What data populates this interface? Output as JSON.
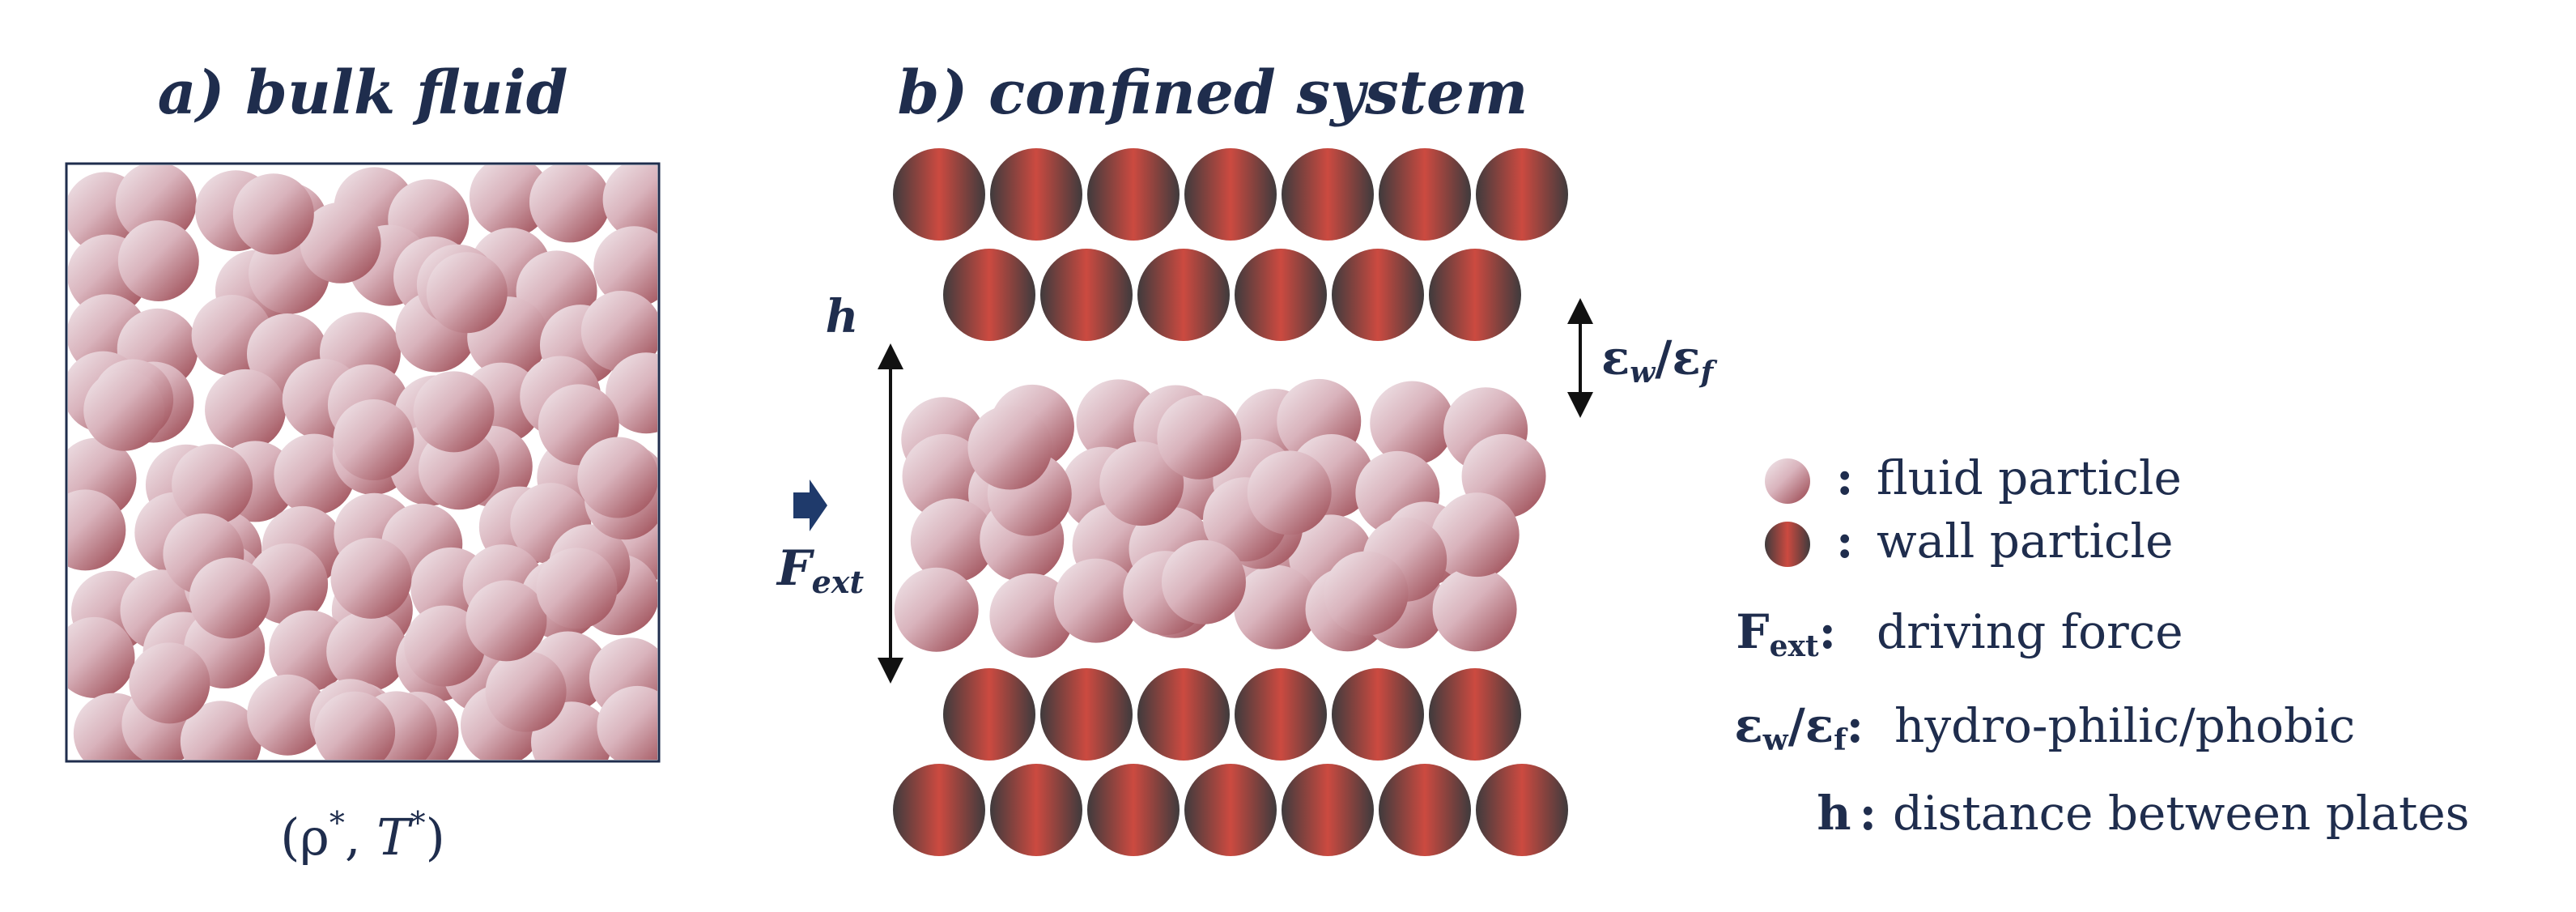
{
  "panel_a": {
    "title": "a) bulk fluid",
    "state": {
      "open": "(ρ",
      "sup1": "*",
      "mid": ", ",
      "T": "T",
      "sup2": "*",
      "close": ")"
    }
  },
  "panel_b": {
    "title": "b) confined system",
    "h_label": "h",
    "fext": {
      "F": "F",
      "sub": "ext"
    },
    "eps": {
      "e1": "ε",
      "sub1": "w",
      "slash": "/",
      "e2": "ε",
      "sub2": "f"
    }
  },
  "legend": {
    "fluid": {
      "symbol": ":",
      "text": "fluid particle"
    },
    "wall": {
      "symbol": ":",
      "text": "wall particle"
    },
    "fext": {
      "key": "F",
      "key_sub": "ext",
      "symbol": ":",
      "text": "driving force"
    },
    "eps": {
      "key1": "ε",
      "sub1": "w",
      "slash": "/",
      "key2": "ε",
      "sub2": "f",
      "symbol": ":",
      "text": "hydro-philic/phobic"
    },
    "h": {
      "key": "h",
      "symbol": ":",
      "text": "distance between plates"
    }
  },
  "colors": {
    "text": "#1f2d4d",
    "fluid_light": "#efe6ea",
    "fluid_dark": "#9e4a52",
    "wall_dark": "#4a4040",
    "wall_red": "#c5443c",
    "arrow": "#1f3a6b"
  }
}
